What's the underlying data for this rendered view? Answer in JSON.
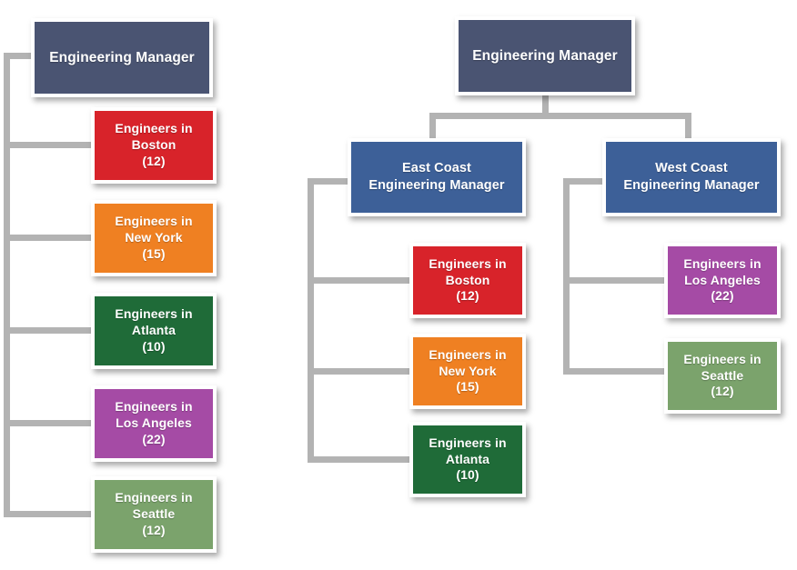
{
  "diagram": {
    "type": "org-chart-comparison",
    "palette": {
      "manager_slate": "#4a5472",
      "manager_blue": "#3d6098",
      "boston_red": "#d8232a",
      "newyork_orange": "#ef8022",
      "atlanta_green": "#1f6b38",
      "losangeles_purple": "#a54ba5",
      "seattle_sage": "#7ba36c",
      "connector_gray": "#b3b3b3",
      "box_border": "#ffffff",
      "background": "#ffffff",
      "text": "#ffffff"
    },
    "charts": [
      {
        "id": "flat-structure",
        "name": "flat-org-chart",
        "root": {
          "name": "engineering-manager",
          "label": "Engineering Manager",
          "color": "#4a5472"
        },
        "children": [
          {
            "name": "engineers-boston",
            "line1": "Engineers in",
            "line2": "Boston",
            "count": "(12)",
            "color": "#d8232a"
          },
          {
            "name": "engineers-new-york",
            "line1": "Engineers in",
            "line2": "New York",
            "count": "(15)",
            "color": "#ef8022"
          },
          {
            "name": "engineers-atlanta",
            "line1": "Engineers in",
            "line2": "Atlanta",
            "count": "(10)",
            "color": "#1f6b38"
          },
          {
            "name": "engineers-los-angeles",
            "line1": "Engineers in",
            "line2": "Los Angeles",
            "count": "(22)",
            "color": "#a54ba5"
          },
          {
            "name": "engineers-seattle",
            "line1": "Engineers in",
            "line2": "Seattle",
            "count": "(12)",
            "color": "#7ba36c"
          }
        ]
      },
      {
        "id": "hierarchical-structure",
        "name": "hierarchical-org-chart",
        "root": {
          "name": "engineering-manager",
          "label": "Engineering Manager",
          "color": "#4a5472"
        },
        "branches": [
          {
            "name": "east-coast-engineering-manager",
            "line1": "East Coast",
            "line2": "Engineering Manager",
            "color": "#3d6098",
            "children": [
              {
                "name": "engineers-boston",
                "line1": "Engineers in",
                "line2": "Boston",
                "count": "(12)",
                "color": "#d8232a"
              },
              {
                "name": "engineers-new-york",
                "line1": "Engineers in",
                "line2": "New York",
                "count": "(15)",
                "color": "#ef8022"
              },
              {
                "name": "engineers-atlanta",
                "line1": "Engineers in",
                "line2": "Atlanta",
                "count": "(10)",
                "color": "#1f6b38"
              }
            ]
          },
          {
            "name": "west-coast-engineering-manager",
            "line1": "West Coast",
            "line2": "Engineering Manager",
            "color": "#3d6098",
            "children": [
              {
                "name": "engineers-los-angeles",
                "line1": "Engineers in",
                "line2": "Los Angeles",
                "count": "(22)",
                "color": "#a54ba5"
              },
              {
                "name": "engineers-seattle",
                "line1": "Engineers in",
                "line2": "Seattle",
                "count": "(12)",
                "color": "#7ba36c"
              }
            ]
          }
        ]
      }
    ]
  }
}
